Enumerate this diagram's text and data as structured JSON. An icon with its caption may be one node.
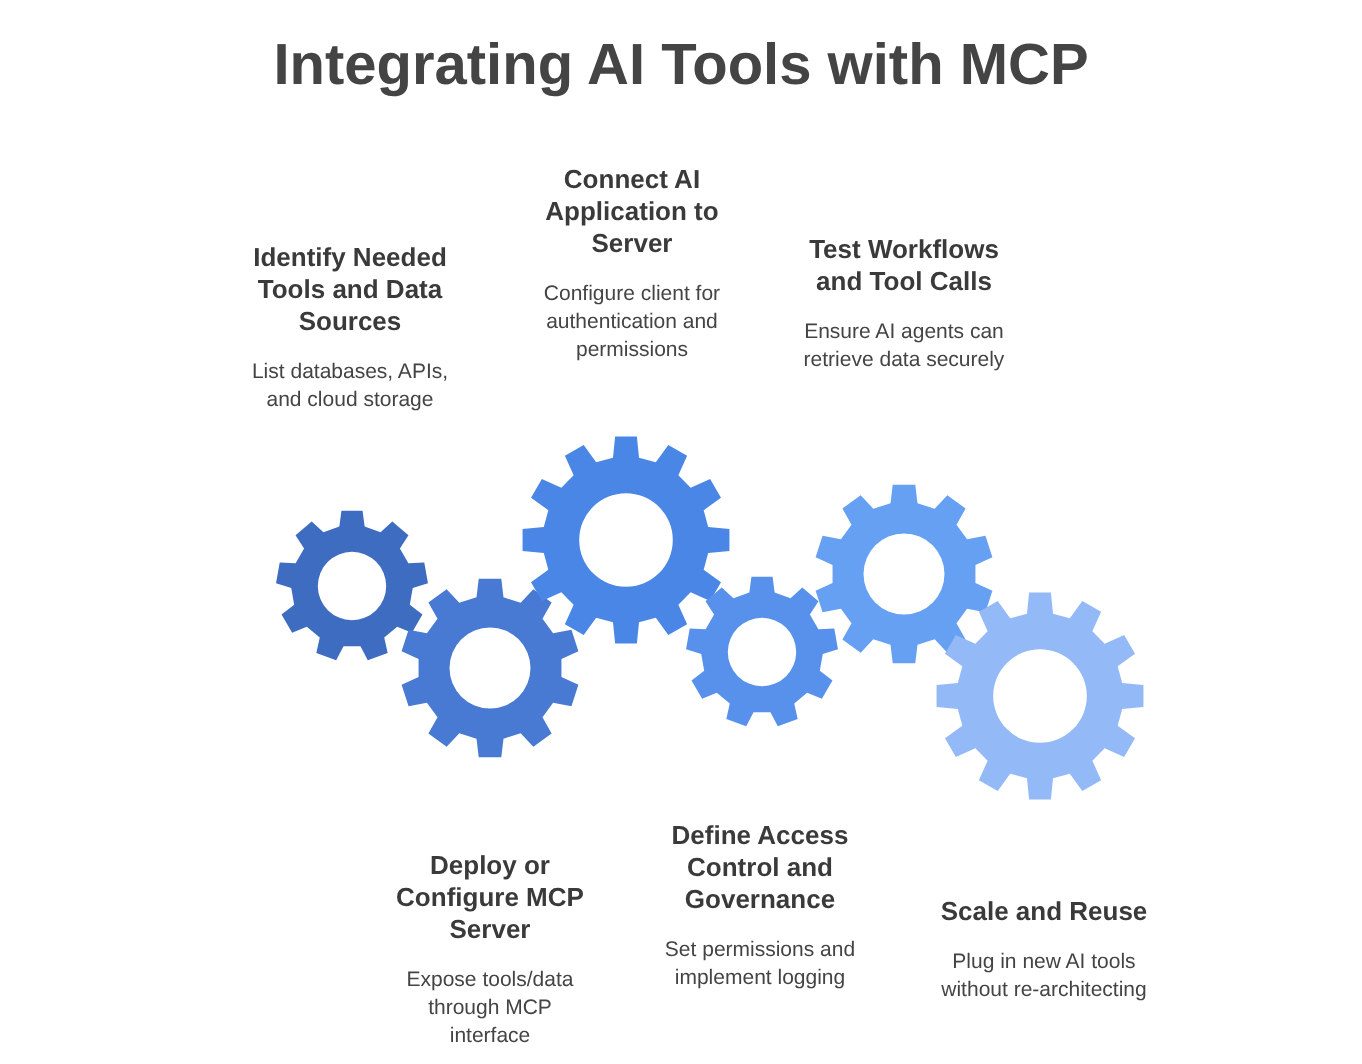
{
  "diagram": {
    "title": "Integrating AI Tools with MCP",
    "nodes": [
      {
        "text": [
          "Identify Needed Tools and Data Sources",
          "List databases, APIs, and cloud storage"
        ]
      },
      {
        "text": [
          "Deploy or Configure MCP Server",
          "Expose tools/data through MCP interface"
        ]
      },
      {
        "text": [
          "Connect AI Application to Server",
          "Configure client for authentication and permissions"
        ]
      },
      {
        "text": [
          "Define Access Control and Governance",
          "Set permissions and implement logging"
        ]
      },
      {
        "text": [
          "Test Workflows and Tool Calls",
          "Ensure AI agents can retrieve data securely"
        ]
      },
      {
        "text": [
          "Scale and Reuse",
          "Plug in new AI tools without re-architecting"
        ]
      }
    ]
  }
}
